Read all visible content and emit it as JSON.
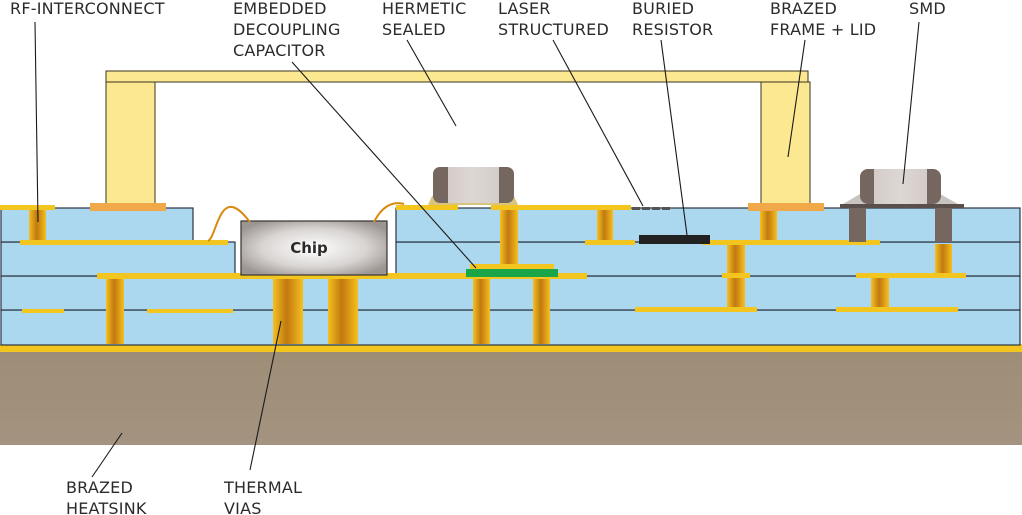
{
  "title": "LTCC multilayer package cross-section",
  "labels": {
    "rf_interconnect": [
      "RF-INTERCONNECT"
    ],
    "embedded_decoupling_capacitor": [
      "EMBEDDED",
      "DECOUPLING",
      "CAPACITOR"
    ],
    "hermetic_sealed": [
      "HERMETIC",
      "SEALED"
    ],
    "laser_structured": [
      "LASER",
      "STRUCTURED"
    ],
    "buried_resistor": [
      "BURIED",
      "RESISTOR"
    ],
    "brazed_frame_lid": [
      "BRAZED",
      "FRAME + LID"
    ],
    "smd": [
      "SMD"
    ],
    "brazed_heatsink": [
      "BRAZED",
      "HEATSINK"
    ],
    "thermal_vias": [
      "THERMAL",
      "VIAS"
    ]
  },
  "chip_label": "Chip",
  "colors": {
    "ceramic_layer": "#abd8ee",
    "metal_trace": "#f3c51f",
    "via_gold": "#d89a12",
    "frame_lid": "#fde892",
    "braze_pad": "#f0a848",
    "heatsink": "#a08f78",
    "capacitor_dielectric": "#19a548",
    "buried_resistor": "#222222",
    "chip_gray": "#c8c3c0",
    "smd_body": "#d0c8c4",
    "smd_terminal": "#756760",
    "bond_wire": "#d88a10"
  }
}
